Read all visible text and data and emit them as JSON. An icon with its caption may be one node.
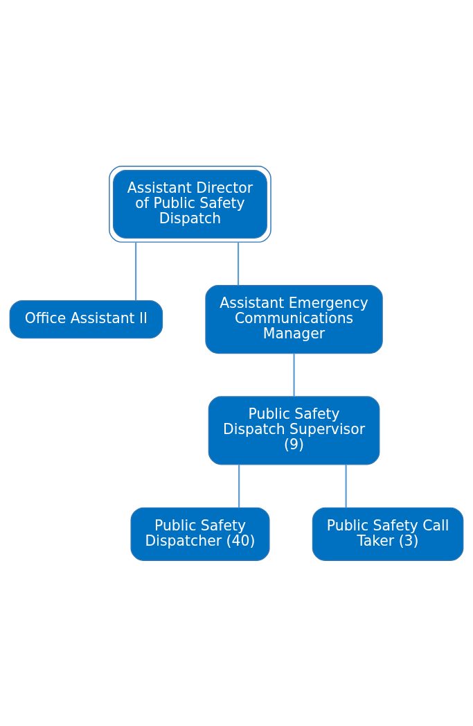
{
  "diagram": {
    "nodes": [
      {
        "text": [
          "Assistant Director of Public Safety Dispatch"
        ]
      },
      {
        "text": [
          "Office Assistant II"
        ]
      },
      {
        "text": [
          "Assistant Emergency Communications Manager"
        ]
      },
      {
        "text": [
          "Public Safety Dispatch Supervisor (9)"
        ]
      },
      {
        "text": [
          "Public Safety Dispatcher (40)"
        ]
      },
      {
        "text": [
          "Public Safety Call Taker (3)"
        ]
      }
    ],
    "edges": [
      {
        "from": 0,
        "to": 1,
        "arrow": "none"
      },
      {
        "from": 0,
        "to": 2,
        "arrow": "none"
      },
      {
        "from": 2,
        "to": 3,
        "arrow": "none"
      },
      {
        "from": 3,
        "to": 4,
        "arrow": "none"
      },
      {
        "from": 3,
        "to": 5,
        "arrow": "none"
      }
    ]
  }
}
